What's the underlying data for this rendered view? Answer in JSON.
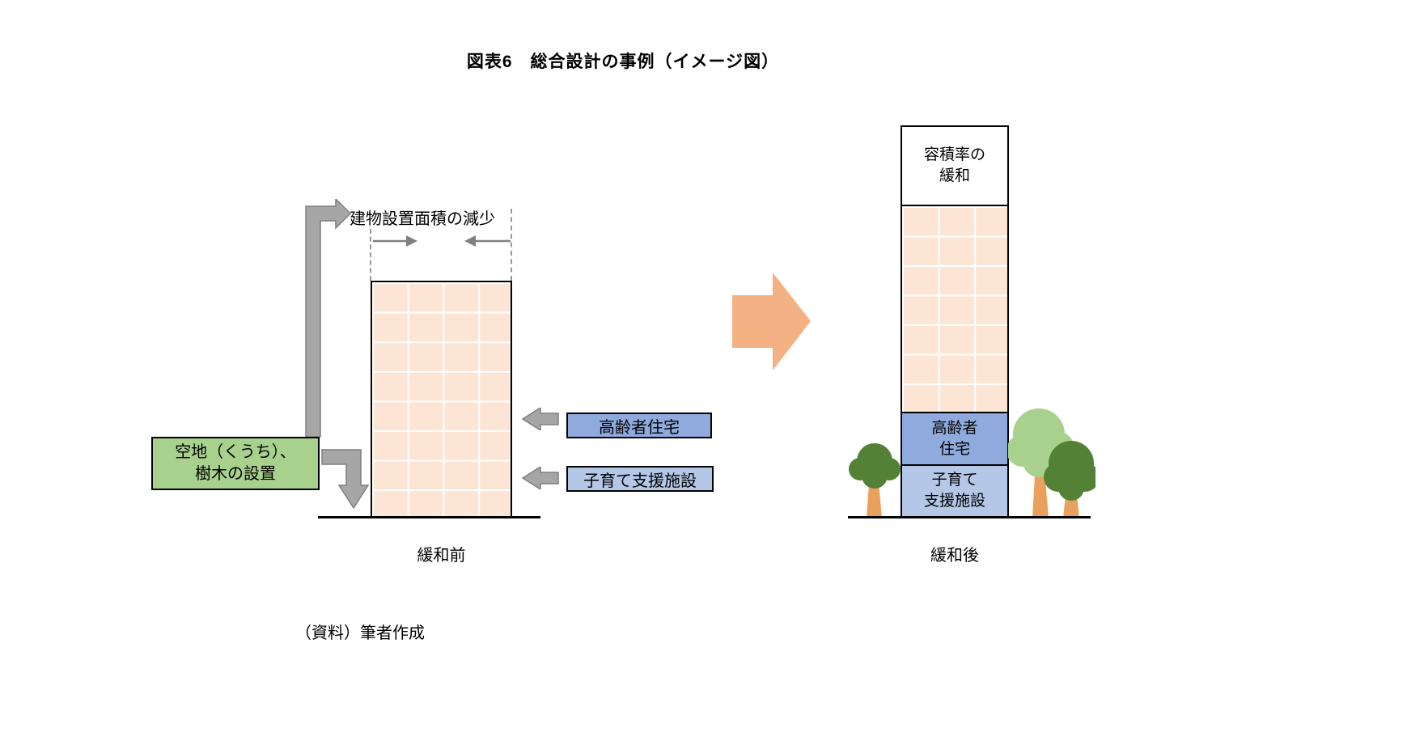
{
  "title": "図表6　総合設計の事例（イメージ図）",
  "source_note": "（資料）筆者作成",
  "colors": {
    "building_fill": "#fce5d5",
    "grid_line": "#ffffff",
    "green_box": "#a9d18e",
    "elderly_blue": "#8faadc",
    "childcare_blue": "#b4c7e7",
    "big_arrow": "#f4b183",
    "gray_arrow": "#a6a6a6",
    "tree_dark": "#538135",
    "tree_light": "#a9d18e",
    "trunk": "#e8a05c"
  },
  "before": {
    "caption": "緩和前",
    "footprint_reduction_label": "建物設置面積の減少",
    "open_space_box": {
      "line1": "空地（くうち）、",
      "line2": "樹木の設置"
    },
    "elderly_housing_label": "高齢者住宅",
    "childcare_facility_label": "子育て支援施設"
  },
  "after": {
    "caption": "緩和後",
    "far_relaxation": {
      "line1": "容積率の",
      "line2": "緩和"
    },
    "elderly_housing": {
      "line1": "高齢者",
      "line2": "住宅"
    },
    "childcare_facility": {
      "line1": "子育て",
      "line2": "支援施設"
    }
  }
}
